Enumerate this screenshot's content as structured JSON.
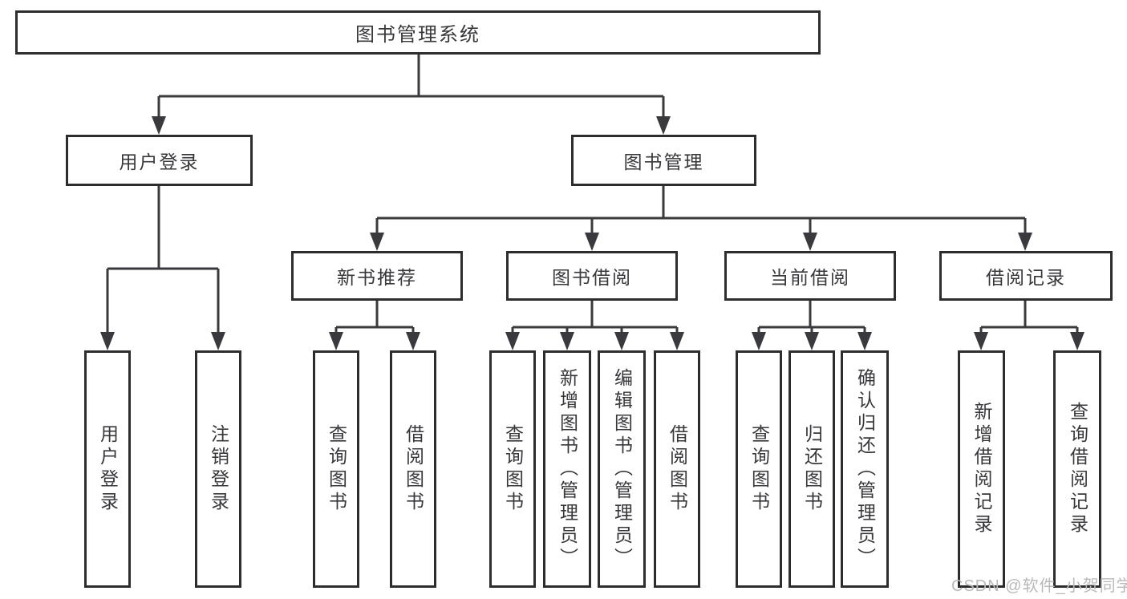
{
  "diagram": {
    "root": {
      "label": "图书管理系统"
    },
    "user_login_branch": {
      "label": "用户登录",
      "children": [
        {
          "label": "用户登录"
        },
        {
          "label": "注销登录"
        }
      ]
    },
    "book_management_branch": {
      "label": "图书管理",
      "children": [
        {
          "label": "新书推荐",
          "children": [
            {
              "label": "查询图书"
            },
            {
              "label": "借阅图书"
            }
          ]
        },
        {
          "label": "图书借阅",
          "children": [
            {
              "label": "查询图书"
            },
            {
              "label": "新增图书（管理员）"
            },
            {
              "label": "编辑图书（管理员）"
            },
            {
              "label": "借阅图书"
            }
          ]
        },
        {
          "label": "当前借阅",
          "children": [
            {
              "label": "查询图书"
            },
            {
              "label": "归还图书"
            },
            {
              "label": "确认归还（管理员）"
            }
          ]
        },
        {
          "label": "借阅记录",
          "children": [
            {
              "label": "新增借阅记录"
            },
            {
              "label": "查询借阅记录"
            }
          ]
        }
      ]
    }
  },
  "watermark": {
    "text": "CSDN @软件_小贺同学"
  },
  "colors": {
    "line": "#3a3a3e",
    "box_border": "#2d2d30",
    "text": "#38383c",
    "watermark_text": "#b9b9b9",
    "background": "#ffffff"
  }
}
